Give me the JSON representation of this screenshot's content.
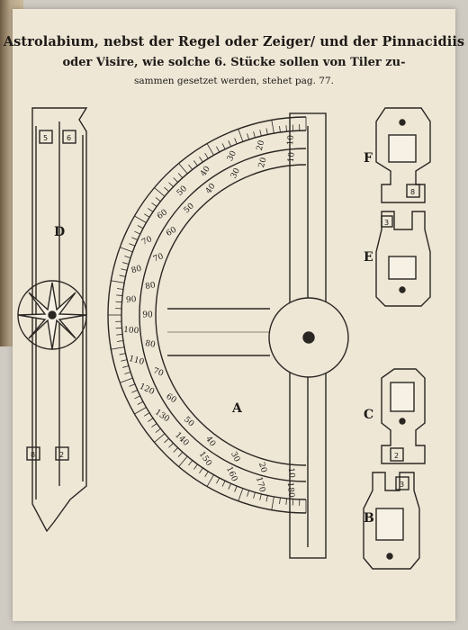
{
  "caption": {
    "line1": "Astrolabium, nebst der Regel oder Zeiger/ und der Pinnacidiis",
    "line2": "oder Visire, wie solche 6. Stücke sollen von Tiler zu-",
    "line3": "sammen gesetzet werden, stehet pag. 77."
  },
  "figures": {
    "astrolabe": "A",
    "alidade": "D",
    "vane_b": "B",
    "vane_c": "C",
    "vane_e": "E",
    "vane_f": "F"
  },
  "scale_outer": [
    "10",
    "20",
    "30",
    "40",
    "50",
    "60",
    "70",
    "80",
    "90",
    "100",
    "110",
    "120",
    "130",
    "140",
    "150",
    "160",
    "170",
    "180"
  ],
  "scale_inner": [
    "10",
    "20",
    "30",
    "40",
    "50",
    "60",
    "70",
    "80",
    "90",
    "80",
    "70",
    "60",
    "50",
    "40",
    "30",
    "20",
    "10"
  ],
  "vane_marks": {
    "alidade_top": [
      "5",
      "6"
    ],
    "alidade_bottom": [
      "8",
      "2"
    ],
    "f": "8",
    "e": "3",
    "c": "2",
    "b": "3"
  }
}
